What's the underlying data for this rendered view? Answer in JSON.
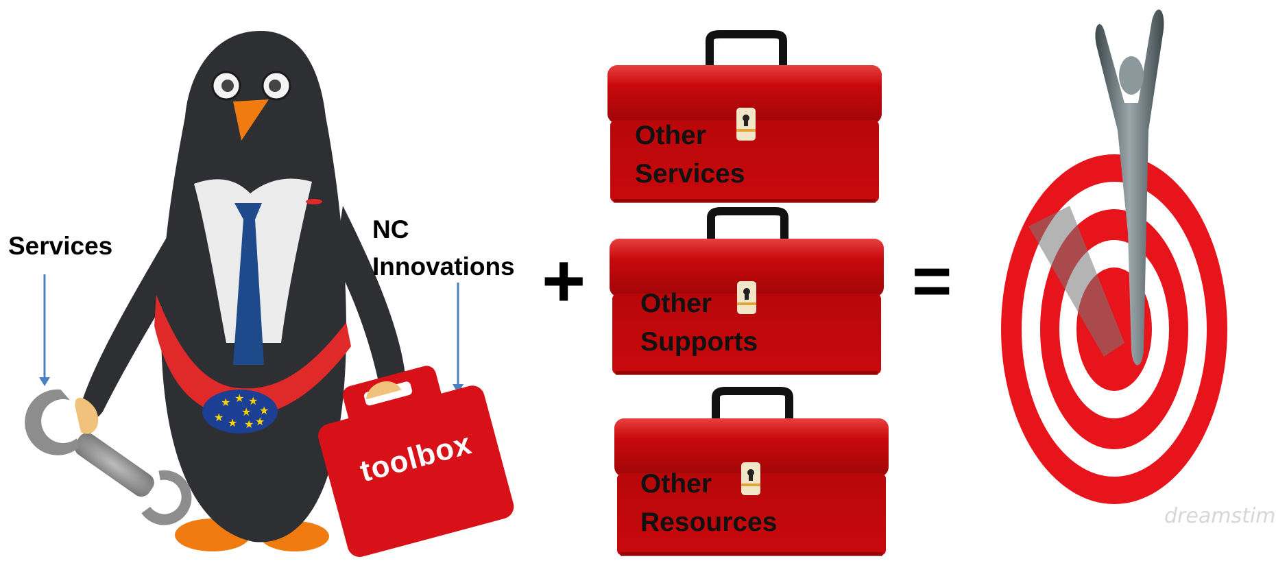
{
  "labels": {
    "services": "Services",
    "nc_line1": "NC",
    "nc_line2": "Innovations",
    "toolbox_word": "toolbox"
  },
  "operators": {
    "plus": "+",
    "equals": "="
  },
  "boxes": [
    {
      "line1": "Other",
      "line2": "Services"
    },
    {
      "line1": "Other",
      "line2": "Supports"
    },
    {
      "line1": "Other",
      "line2": "Resources"
    }
  ],
  "watermark": "dreamstime.com",
  "colors": {
    "toolbox_red": "#c8090c",
    "penguin_body": "#2d2f33",
    "tie_blue": "#1e4a8c",
    "sash_red": "#e02a2a",
    "eu_blue": "#1c3f94",
    "eu_star": "#ffd200",
    "beak_orange": "#f07c11",
    "arrow_blue": "#4a7fc1",
    "target_red": "#e8141c",
    "figure_grey": "#5f6b70"
  }
}
